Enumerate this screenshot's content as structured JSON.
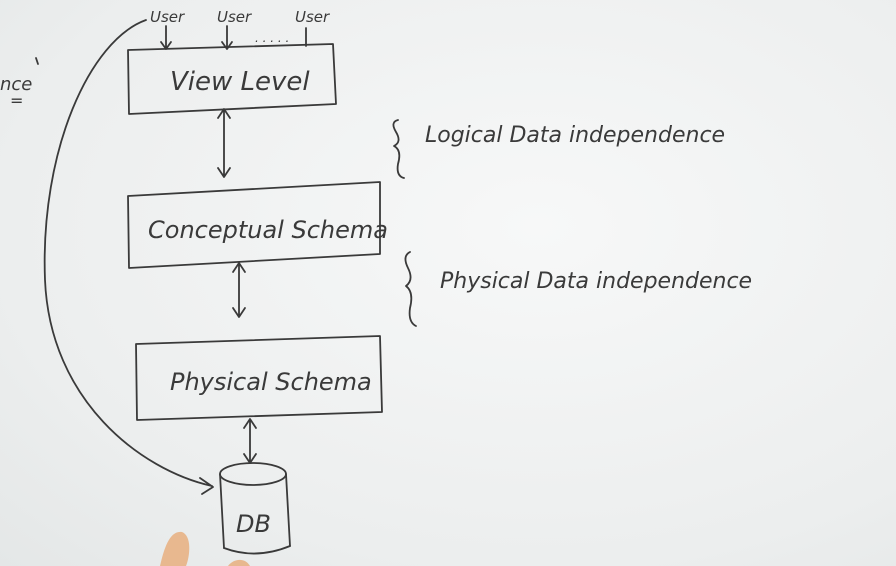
{
  "users": [
    "User",
    "User",
    "User"
  ],
  "users_dots": ". . . . .",
  "levels": {
    "view": "View Level",
    "conceptual": "Conceptual Schema",
    "physical": "Physical Schema",
    "db": "DB"
  },
  "braces": {
    "logical": "Logical Data independence",
    "physical": "Physical Data independence"
  },
  "edge_text": {
    "top": "nce",
    "bottom": "="
  },
  "colors": {
    "ink": "#3a3a3a",
    "board": "#eef0f0"
  }
}
